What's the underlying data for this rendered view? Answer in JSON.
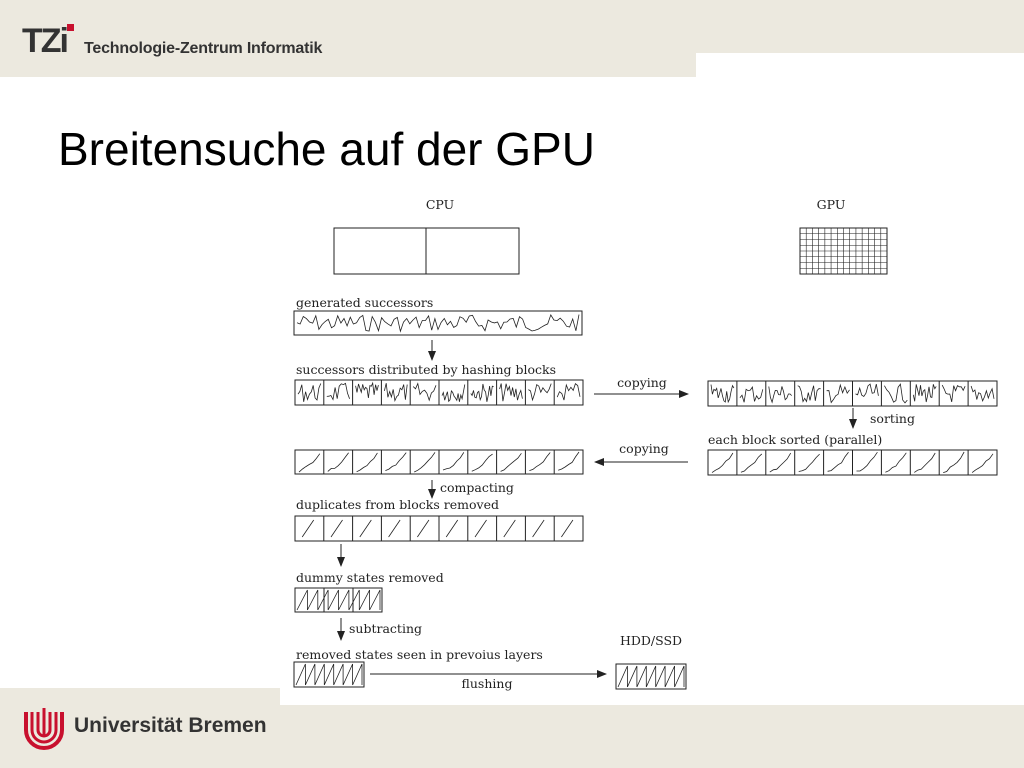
{
  "header": {
    "logo_text": "TZi",
    "institute": "Technologie-Zentrum Informatik"
  },
  "slide": {
    "title": "Breitensuche auf der GPU"
  },
  "footer": {
    "university": "Universität Bremen"
  },
  "diagram": {
    "cpu_label": "CPU",
    "gpu_label": "GPU",
    "generated_label": "generated successors",
    "distributed_label": "successors distributed by hashing blocks",
    "copying_to_gpu_label": "copying",
    "sorting_label": "sorting",
    "sorted_label": "each block sorted (parallel)",
    "copying_back_label": "copying",
    "compacting_label": "compacting",
    "duplicates_label": "duplicates from blocks removed",
    "dummy_label": "dummy states removed",
    "subtracting_label": "subtracting",
    "removed_label": "removed states seen in prevoius layers",
    "hdd_label": "HDD/SSD",
    "flushing_label": "flushing"
  }
}
